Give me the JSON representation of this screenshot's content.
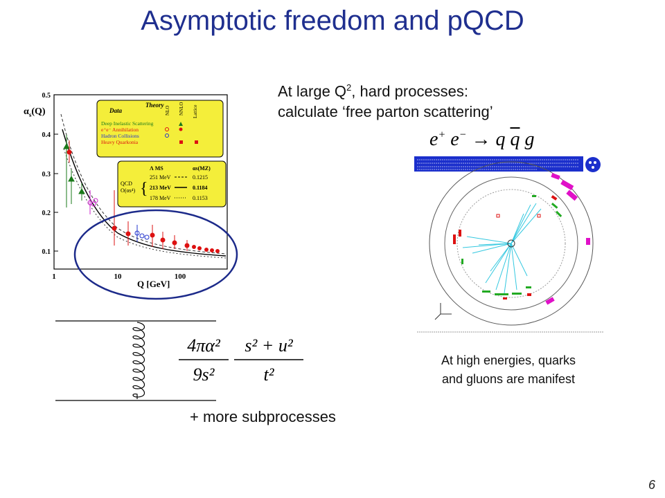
{
  "title": "Asymptotic freedom and pQCD",
  "intro": {
    "line1_a": "At large Q",
    "line1_sup": "2",
    "line1_b": ", hard processes:",
    "line2": "calculate ‘free parton scattering’"
  },
  "reaction": {
    "e": "e",
    "plus": "+",
    "minus": "−",
    "arrow": "→",
    "q": "q",
    "qbar": "q",
    "g": "g"
  },
  "alpha_plot": {
    "ylabel_alpha": "α",
    "ylabel_sub": "s",
    "ylabel_arg": "(Q)",
    "xlabel": "Q [GeV]",
    "xticks": [
      "1",
      "10",
      "100"
    ],
    "yticks": [
      "0.1",
      "0.2",
      "0.3",
      "0.4",
      "0.5"
    ],
    "legend": {
      "theory": "Theory",
      "data": "Data",
      "cols": [
        "NLO",
        "NNLO",
        "Lattice"
      ],
      "rows": [
        "Deep Inelastic Scattering",
        "e⁺e⁻ Annihilation",
        "Hadron Collisions",
        "Heavy Quarkonia"
      ],
      "qcd": "QCD",
      "order": "O(αs⁴)",
      "lambda_head": "Λ MS",
      "alpha_head": "αs(MZ)",
      "fits": [
        {
          "lambda": "251 MeV",
          "alpha": "0.1215"
        },
        {
          "lambda": "213 MeV",
          "alpha": "0.1184"
        },
        {
          "lambda": "178 MeV",
          "alpha": "0.1153"
        }
      ]
    },
    "colors": {
      "legend_bg": "#f4ee3a",
      "highlight_circle": "#1c2a8a",
      "data_red": "#dd1111",
      "data_green": "#1a7a1a",
      "data_blue": "#2233cc",
      "data_magenta": "#cc22cc"
    }
  },
  "formula": {
    "num1": "4πα²",
    "den1": "9s²",
    "num2": "s² + u²",
    "den2": "t²"
  },
  "event_display": {
    "colors": {
      "header_bar": "#1b2fcc",
      "tracks": "#33c8e0",
      "calo": "#e010c8",
      "hits": "#22aa22"
    }
  },
  "manifest": {
    "line1": "At high energies, quarks",
    "line2": "and gluons are manifest"
  },
  "more": "+ more subprocesses",
  "page_number": "6"
}
